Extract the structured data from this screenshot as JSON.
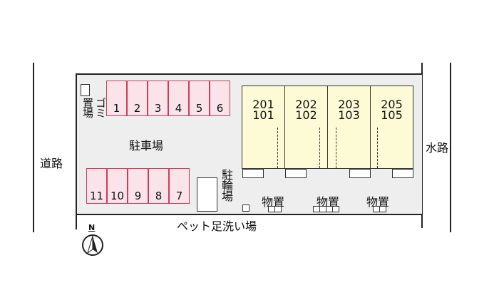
{
  "labels": {
    "road_left": "道路",
    "waterway_right": "水路",
    "parking": "駐車場",
    "garbage": [
      "ゴミ",
      "置場"
    ],
    "bicycle": "駐輪場",
    "pet_wash": "ペット足洗い場",
    "storage": "物置",
    "north": "N"
  },
  "parking_top": [
    "1",
    "2",
    "3",
    "4",
    "5",
    "6"
  ],
  "parking_bottom": [
    "11",
    "10",
    "9",
    "8",
    "7"
  ],
  "units": [
    {
      "upper": "201",
      "lower": "101"
    },
    {
      "upper": "202",
      "lower": "102"
    },
    {
      "upper": "203",
      "lower": "103"
    },
    {
      "upper": "205",
      "lower": "105"
    }
  ],
  "colors": {
    "parking_fill": "#fbe3ea",
    "parking_border": "#d23a5a",
    "unit_fill": "#fdfbd5",
    "site": "#eeeeee"
  }
}
